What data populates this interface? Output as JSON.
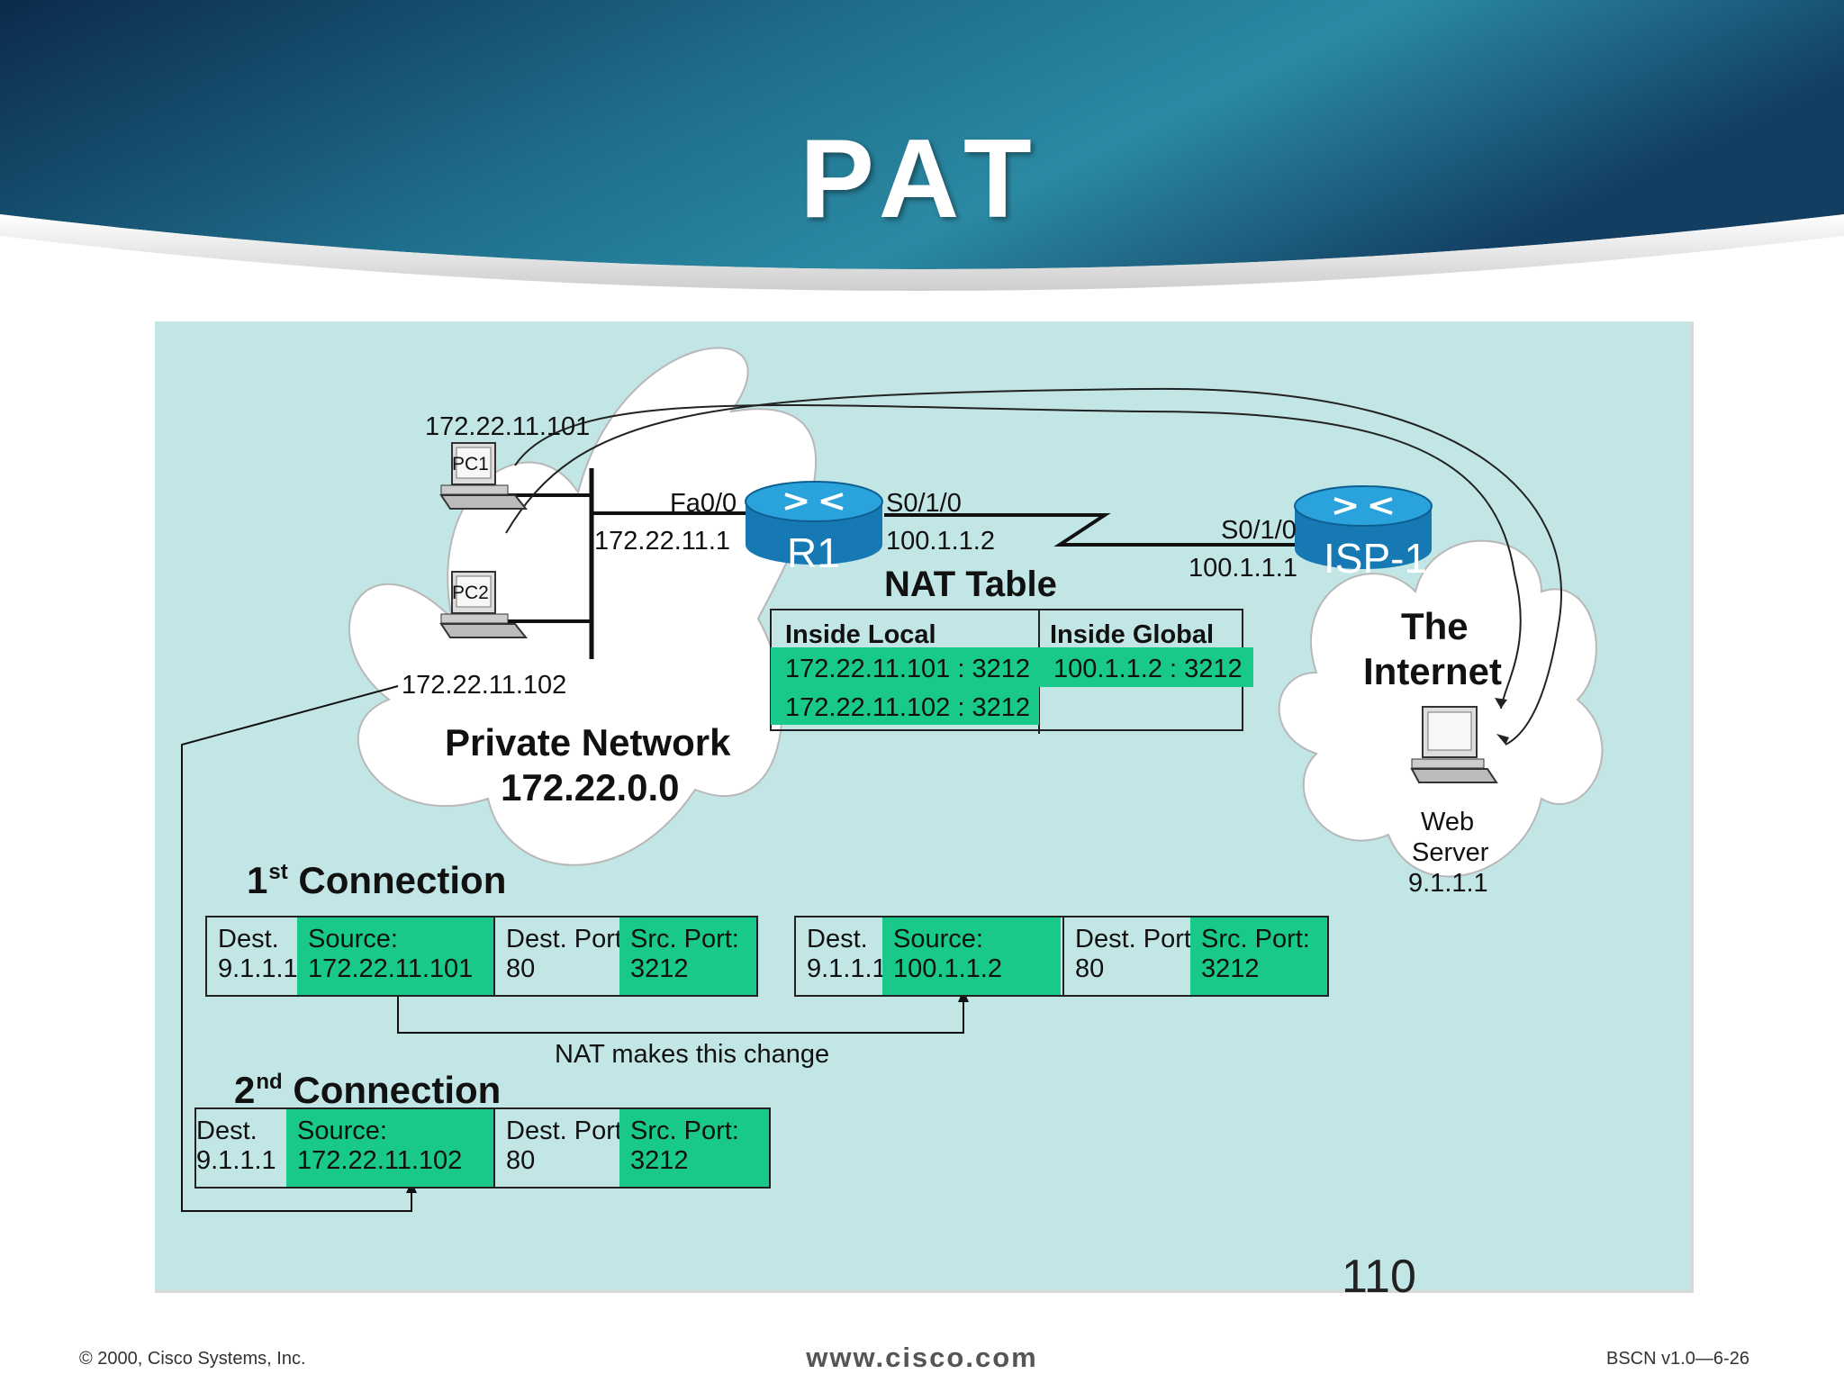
{
  "slide": {
    "title": "PAT",
    "number": "110"
  },
  "network": {
    "pc1_ip": "172.22.11.101",
    "pc1_label": "PC1",
    "pc2_label": "PC2",
    "pc2_ip": "172.22.11.102",
    "r1_if": "Fa0/0",
    "r1_if_ip": "172.22.11.1",
    "r1_label": "R1",
    "r1_serial": "S0/1/0",
    "r1_serial_ip": "100.1.1.2",
    "isp_serial": "S0/1/0",
    "isp_serial_ip": "100.1.1.1",
    "isp_label": "ISP-1",
    "private_title": "Private Network",
    "private_net": "172.22.0.0",
    "internet_line1": "The",
    "internet_line2": "Internet",
    "web_line1": "Web",
    "web_line2": "Server",
    "web_line3": "9.1.1.1"
  },
  "nat_table": {
    "title": "NAT Table",
    "headers": [
      "Inside Local",
      "Inside Global"
    ],
    "rows": [
      [
        "172.22.11.101 : 3212",
        "100.1.1.2 : 3212"
      ],
      [
        "172.22.11.102 : 3212",
        ""
      ]
    ]
  },
  "connections": {
    "first_title": "Connection",
    "first_ord_num": "1",
    "first_ord_sup": "st",
    "second_title": "Connection",
    "second_ord_num": "2",
    "second_ord_sup": "nd",
    "c1_before": {
      "dest_l": "Dest.",
      "dest_v": "9.1.1.1",
      "src_l": "Source:",
      "src_v": "172.22.11.101",
      "dport_l": "Dest. Port:",
      "dport_v": "80",
      "sport_l": "Src. Port:",
      "sport_v": "3212"
    },
    "c1_after": {
      "dest_l": "Dest.",
      "dest_v": "9.1.1.1",
      "src_l": "Source:",
      "src_v": "100.1.1.2",
      "dport_l": "Dest. Port:",
      "dport_v": "80",
      "sport_l": "Src. Port:",
      "sport_v": "3212"
    },
    "c2_before": {
      "dest_l": "Dest.",
      "dest_v": "9.1.1.1",
      "src_l": "Source:",
      "src_v": "172.22.11.102",
      "dport_l": "Dest. Port:",
      "dport_v": "80",
      "sport_l": "Src. Port:",
      "sport_v": "3212"
    },
    "change_note": "NAT makes this change"
  },
  "footer": {
    "copyright": "© 2000, Cisco Systems, Inc.",
    "url": "www.cisco.com",
    "code": "BSCN v1.0—6-26"
  },
  "colors": {
    "header_dark": "#0f2f52",
    "header_teal": "#2a7f9a",
    "panel": "#c2e6e6",
    "highlight": "#19c98a",
    "router": "#1a8fc9"
  },
  "icons": [
    "router-icon",
    "pc-icon",
    "cloud-icon",
    "arrow-icon"
  ]
}
